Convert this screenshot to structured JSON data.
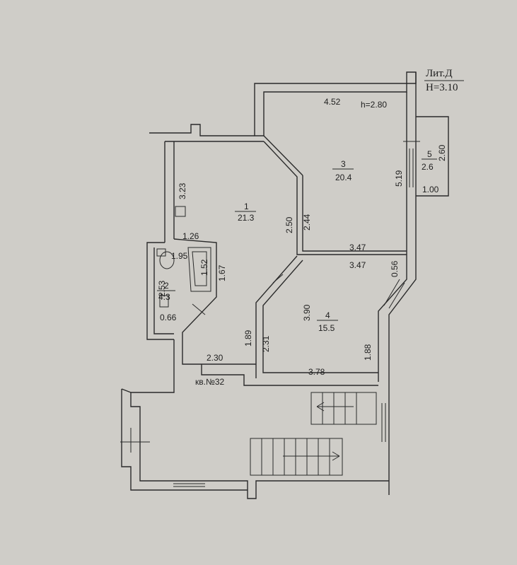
{
  "header": {
    "lit": "Лит.Д",
    "height": "H=3.10"
  },
  "apartment_label": "кв.№32",
  "ceiling_height": "h=2.80",
  "rooms": [
    {
      "number": "1",
      "area": "21.3"
    },
    {
      "number": "2",
      "area": "4.3"
    },
    {
      "number": "3",
      "area": "20.4"
    },
    {
      "number": "4",
      "area": "15.5"
    },
    {
      "number": "5",
      "area": "2.6"
    }
  ],
  "dimensions": {
    "d_4_52": "4.52",
    "d_3_23": "3.23",
    "d_2_50": "2.50",
    "d_2_44": "2.44",
    "d_5_19": "5.19",
    "d_2_60": "2.60",
    "d_1_00": "1.00",
    "d_1_26": "1.26",
    "d_1_95": "1.95",
    "d_1_52": "1.52",
    "d_1_67": "1.67",
    "d_2_53": "2.53",
    "d_0_66": "0.66",
    "d_3_47_top": "3.47",
    "d_3_47_bottom": "3.47",
    "d_0_56": "0.56",
    "d_3_90": "3.90",
    "d_1_89": "1.89",
    "d_2_31": "2.31",
    "d_1_88": "1.88",
    "d_2_30": "2.30",
    "d_3_78": "3.78"
  },
  "colors": {
    "paper": "#cfcdc8",
    "ink": "#2a2a2a"
  }
}
